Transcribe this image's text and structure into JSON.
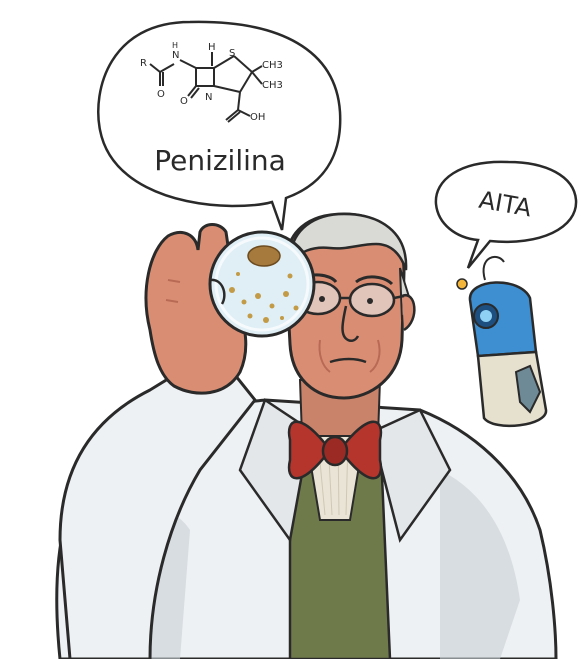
{
  "scene": {
    "speech_bubble_main": {
      "text": "Penizilina"
    },
    "speech_bubble_robot": {
      "text": "AITA"
    },
    "molecule": {
      "atoms": [
        "R",
        "N",
        "H",
        "H",
        "S",
        "CH3",
        "CH3",
        "N",
        "O",
        "O",
        "OH"
      ]
    }
  },
  "colors": {
    "outline": "#2a2a2a",
    "skin": "#d98e73",
    "skin_shadow": "#b96a55",
    "hair": "#d9d9d6",
    "coat": "#eef1f3",
    "coat_shadow": "#c8d0d6",
    "bowtie": "#b5342c",
    "vest": "#6f7a4a",
    "robot_blue": "#3d8fd1",
    "robot_cream": "#e6e0cf",
    "dish": "#dfeff5"
  }
}
